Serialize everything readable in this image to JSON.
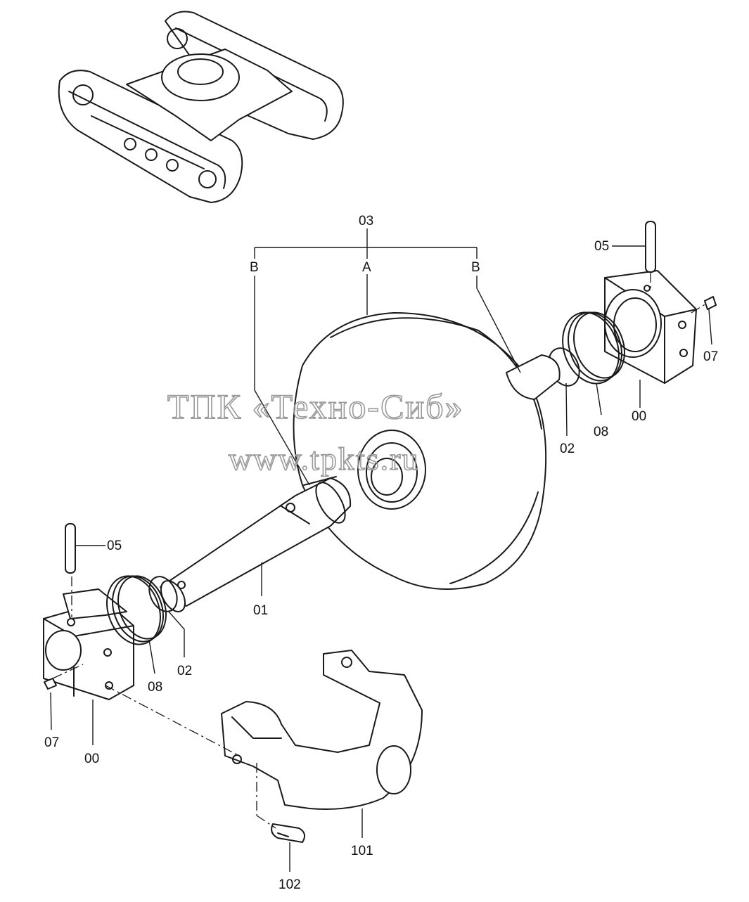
{
  "watermark": {
    "line1": "ТПК «Техно-Сиб»",
    "line2": "www.tpkts.ru"
  },
  "callouts": {
    "assembly": "03",
    "assembly_center": "A",
    "assembly_left": "B",
    "assembly_right": "B",
    "pin_right": "05",
    "plug_right": "07",
    "bracket_right": "00",
    "seal_right": "08",
    "ring_right": "02",
    "pin_left": "05",
    "shaft": "01",
    "ring_left": "02",
    "seal_left": "08",
    "plug_left": "07",
    "bracket_left": "00",
    "yoke": "101",
    "bolt": "102"
  },
  "colors": {
    "line": "#1a1a1a",
    "watermark": "#9a9a9a",
    "background": "#ffffff"
  }
}
